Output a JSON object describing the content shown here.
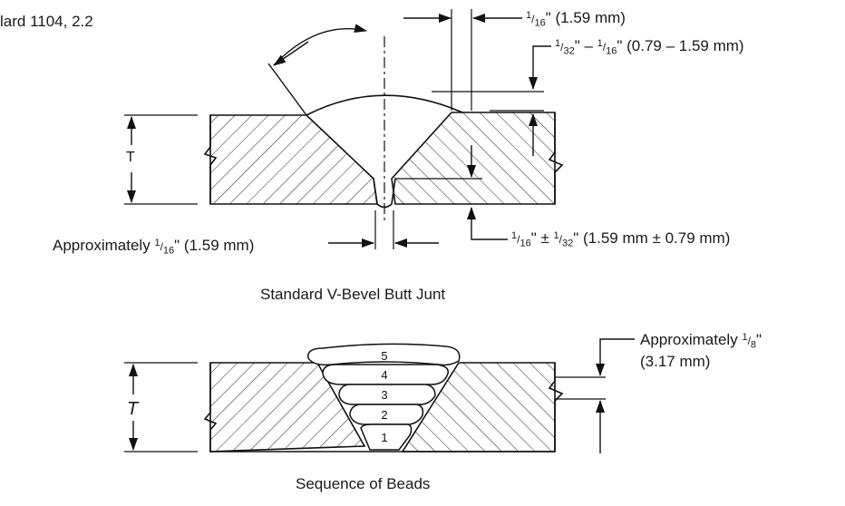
{
  "header": {
    "reference": "lard 1104, 2.2"
  },
  "joint": {
    "caption": "Standard V-Bevel Butt Junt",
    "thickness_label": "T",
    "gap_top": {
      "num": "1",
      "den": "16",
      "unit_text": "\" (1.59 mm)"
    },
    "root_face": {
      "num1": "1",
      "den1": "32",
      "sep": "\" – ",
      "num2": "1",
      "den2": "16",
      "unit_text": "\" (0.79 – 1.59 mm)"
    },
    "root_gap": {
      "prefix": "Approximately ",
      "num": "1",
      "den": "16",
      "unit_text": "\" (1.59 mm)"
    },
    "root_land": {
      "num1": "1",
      "den1": "16",
      "sep": "\" ± ",
      "num2": "1",
      "den2": "32",
      "unit_text": "\" (1.59 mm ± 0.79 mm)"
    }
  },
  "beads": {
    "caption": "Sequence of Beads",
    "thickness_label": "T",
    "layer_label": {
      "prefix": "Approximately ",
      "num": "1",
      "den": "8",
      "unit_text": "\"",
      "metric": "(3.17 mm)"
    },
    "sequence": [
      "1",
      "2",
      "3",
      "4",
      "5"
    ]
  }
}
